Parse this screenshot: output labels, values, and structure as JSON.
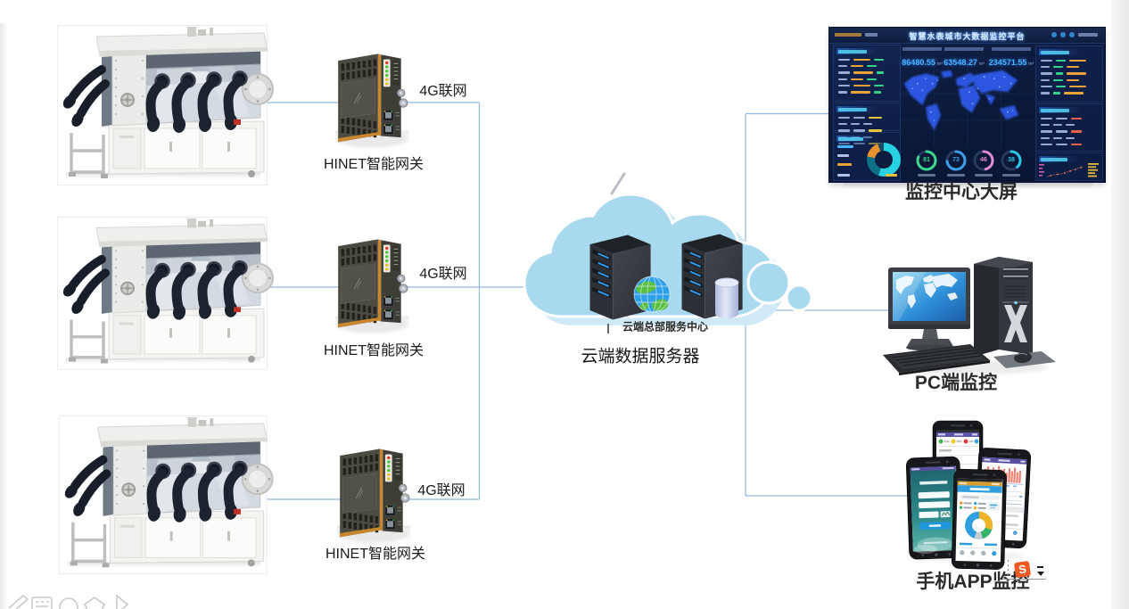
{
  "rows": [
    {
      "link_label": "4G联网",
      "gateway_label": "HINET智能网关"
    },
    {
      "link_label": "4G联网",
      "gateway_label": "HINET智能网关"
    },
    {
      "link_label": "4G联网",
      "gateway_label": "HINET智能网关"
    }
  ],
  "cloud": {
    "caption": "云端总部服务中心",
    "label": "云端数据服务器"
  },
  "bigscreen": {
    "label": "监控中心大屏"
  },
  "pc": {
    "label": "PC端监控"
  },
  "mobile": {
    "label": "手机APP监控",
    "ime_badge": "S"
  },
  "dashboard": {
    "title": "智慧水表城市大数据监控平台",
    "stats": [
      {
        "value": "86480.55"
      },
      {
        "value": "63548.27"
      },
      {
        "value": "234571.55"
      }
    ],
    "gauges": [
      {
        "value": 81,
        "color": "#3ad98f"
      },
      {
        "value": 73,
        "color": "#3f9fe8"
      },
      {
        "value": 46,
        "color": "#e08cd8"
      },
      {
        "value": 38,
        "color": "#2cc8e8"
      }
    ]
  },
  "colors": {
    "connector": "#8fb6e4",
    "cloud": "#a9d9ee"
  }
}
